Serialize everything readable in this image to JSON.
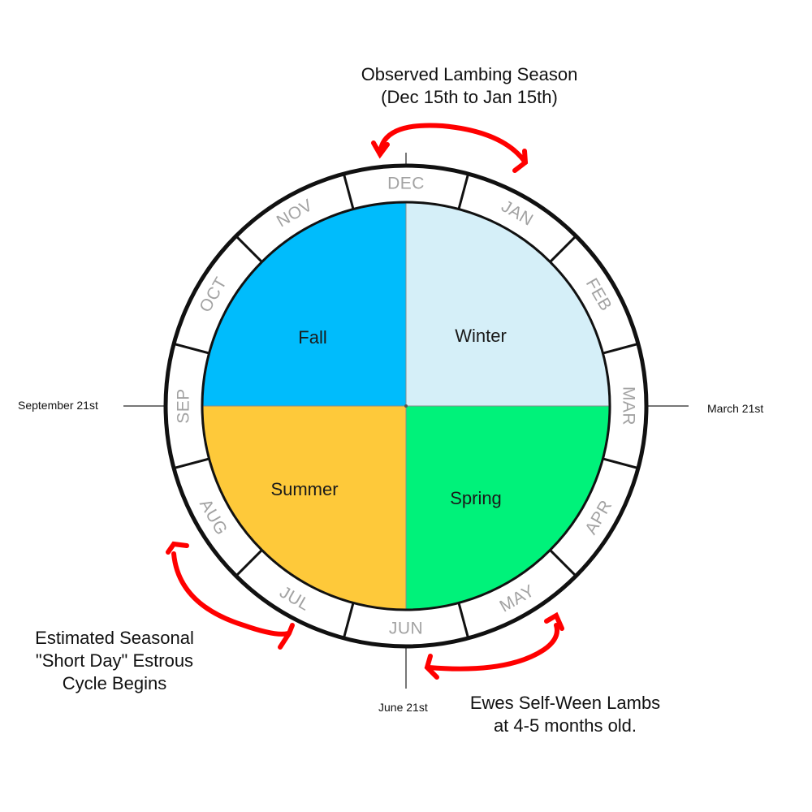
{
  "seasons": [
    {
      "key": "winter",
      "label": "Winter",
      "color": "#d5eff8"
    },
    {
      "key": "fall",
      "label": "Fall",
      "color": "#00bcfc"
    },
    {
      "key": "summer",
      "label": "Summer",
      "color": "#fec93a"
    },
    {
      "key": "spring",
      "label": "Spring",
      "color": "#00f27a"
    }
  ],
  "months": [
    "DEC",
    "JAN",
    "FEB",
    "MAR",
    "APR",
    "MAY",
    "JUN",
    "JUL",
    "AUG",
    "SEP",
    "OCT",
    "NOV"
  ],
  "markers": {
    "top": "",
    "right": "March 21st",
    "bottom": "June 21st",
    "left": "September 21st"
  },
  "annotations": {
    "lambing": {
      "line1": "Observed Lambing Season",
      "line2": "(Dec 15th to Jan 15th)"
    },
    "estrous": {
      "line1": "Estimated Seasonal",
      "line2": "\"Short Day\" Estrous",
      "line3": "Cycle Begins"
    },
    "wean": {
      "line1": "Ewes Self-Ween Lambs",
      "line2": "at 4-5 months old."
    }
  },
  "colors": {
    "arrow": "#ff0000",
    "ring": "#111111",
    "month_text": "#a2a2a2"
  }
}
